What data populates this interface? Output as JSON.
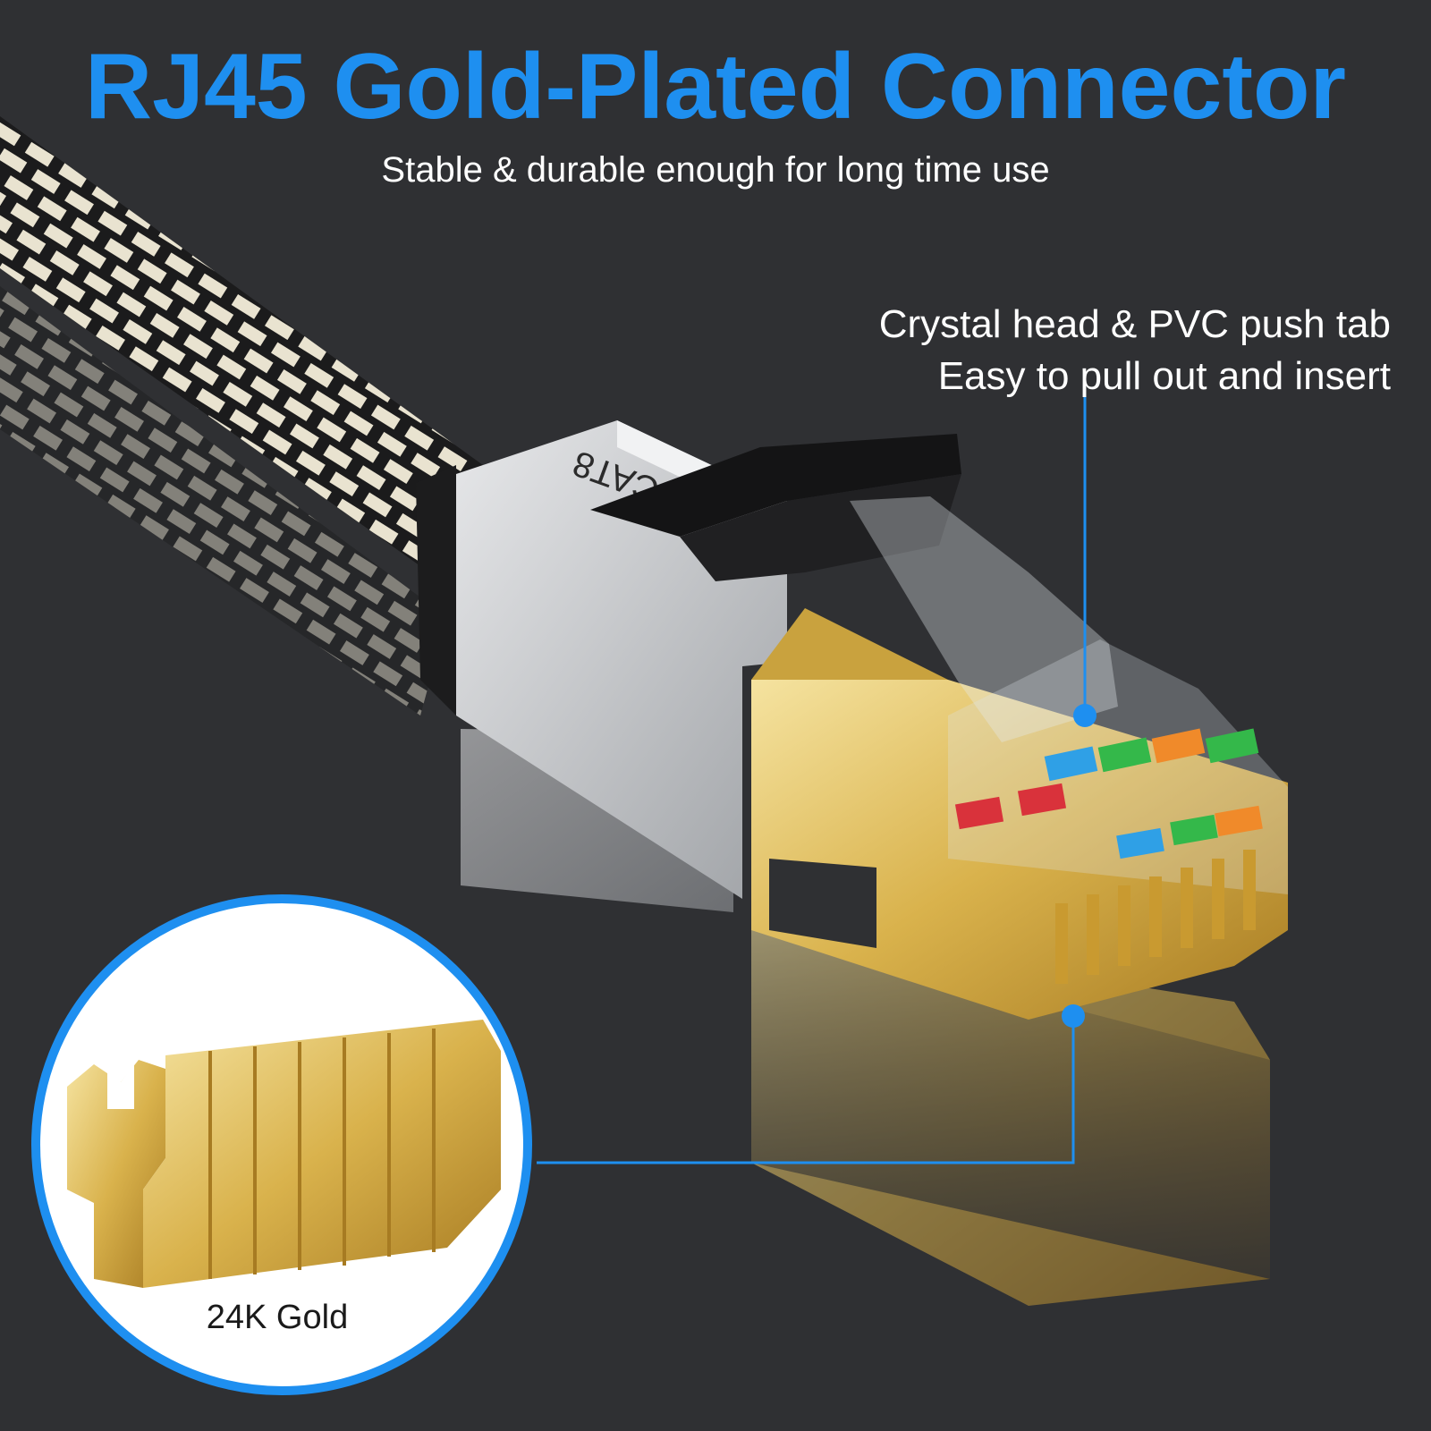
{
  "header": {
    "title": "RJ45 Gold-Plated Connector",
    "subtitle": "Stable & durable enough for long time use"
  },
  "callout_tab": {
    "line1": "Crystal head & PVC push tab",
    "line2": "Easy to pull out and insert"
  },
  "connector": {
    "housing_label": "CAT8"
  },
  "inset": {
    "label": "24K Gold"
  },
  "colors": {
    "background": "#2f3033",
    "accent_blue": "#1e8ff0",
    "gold": "#e2c15e",
    "silver": "#c9cbcf"
  }
}
